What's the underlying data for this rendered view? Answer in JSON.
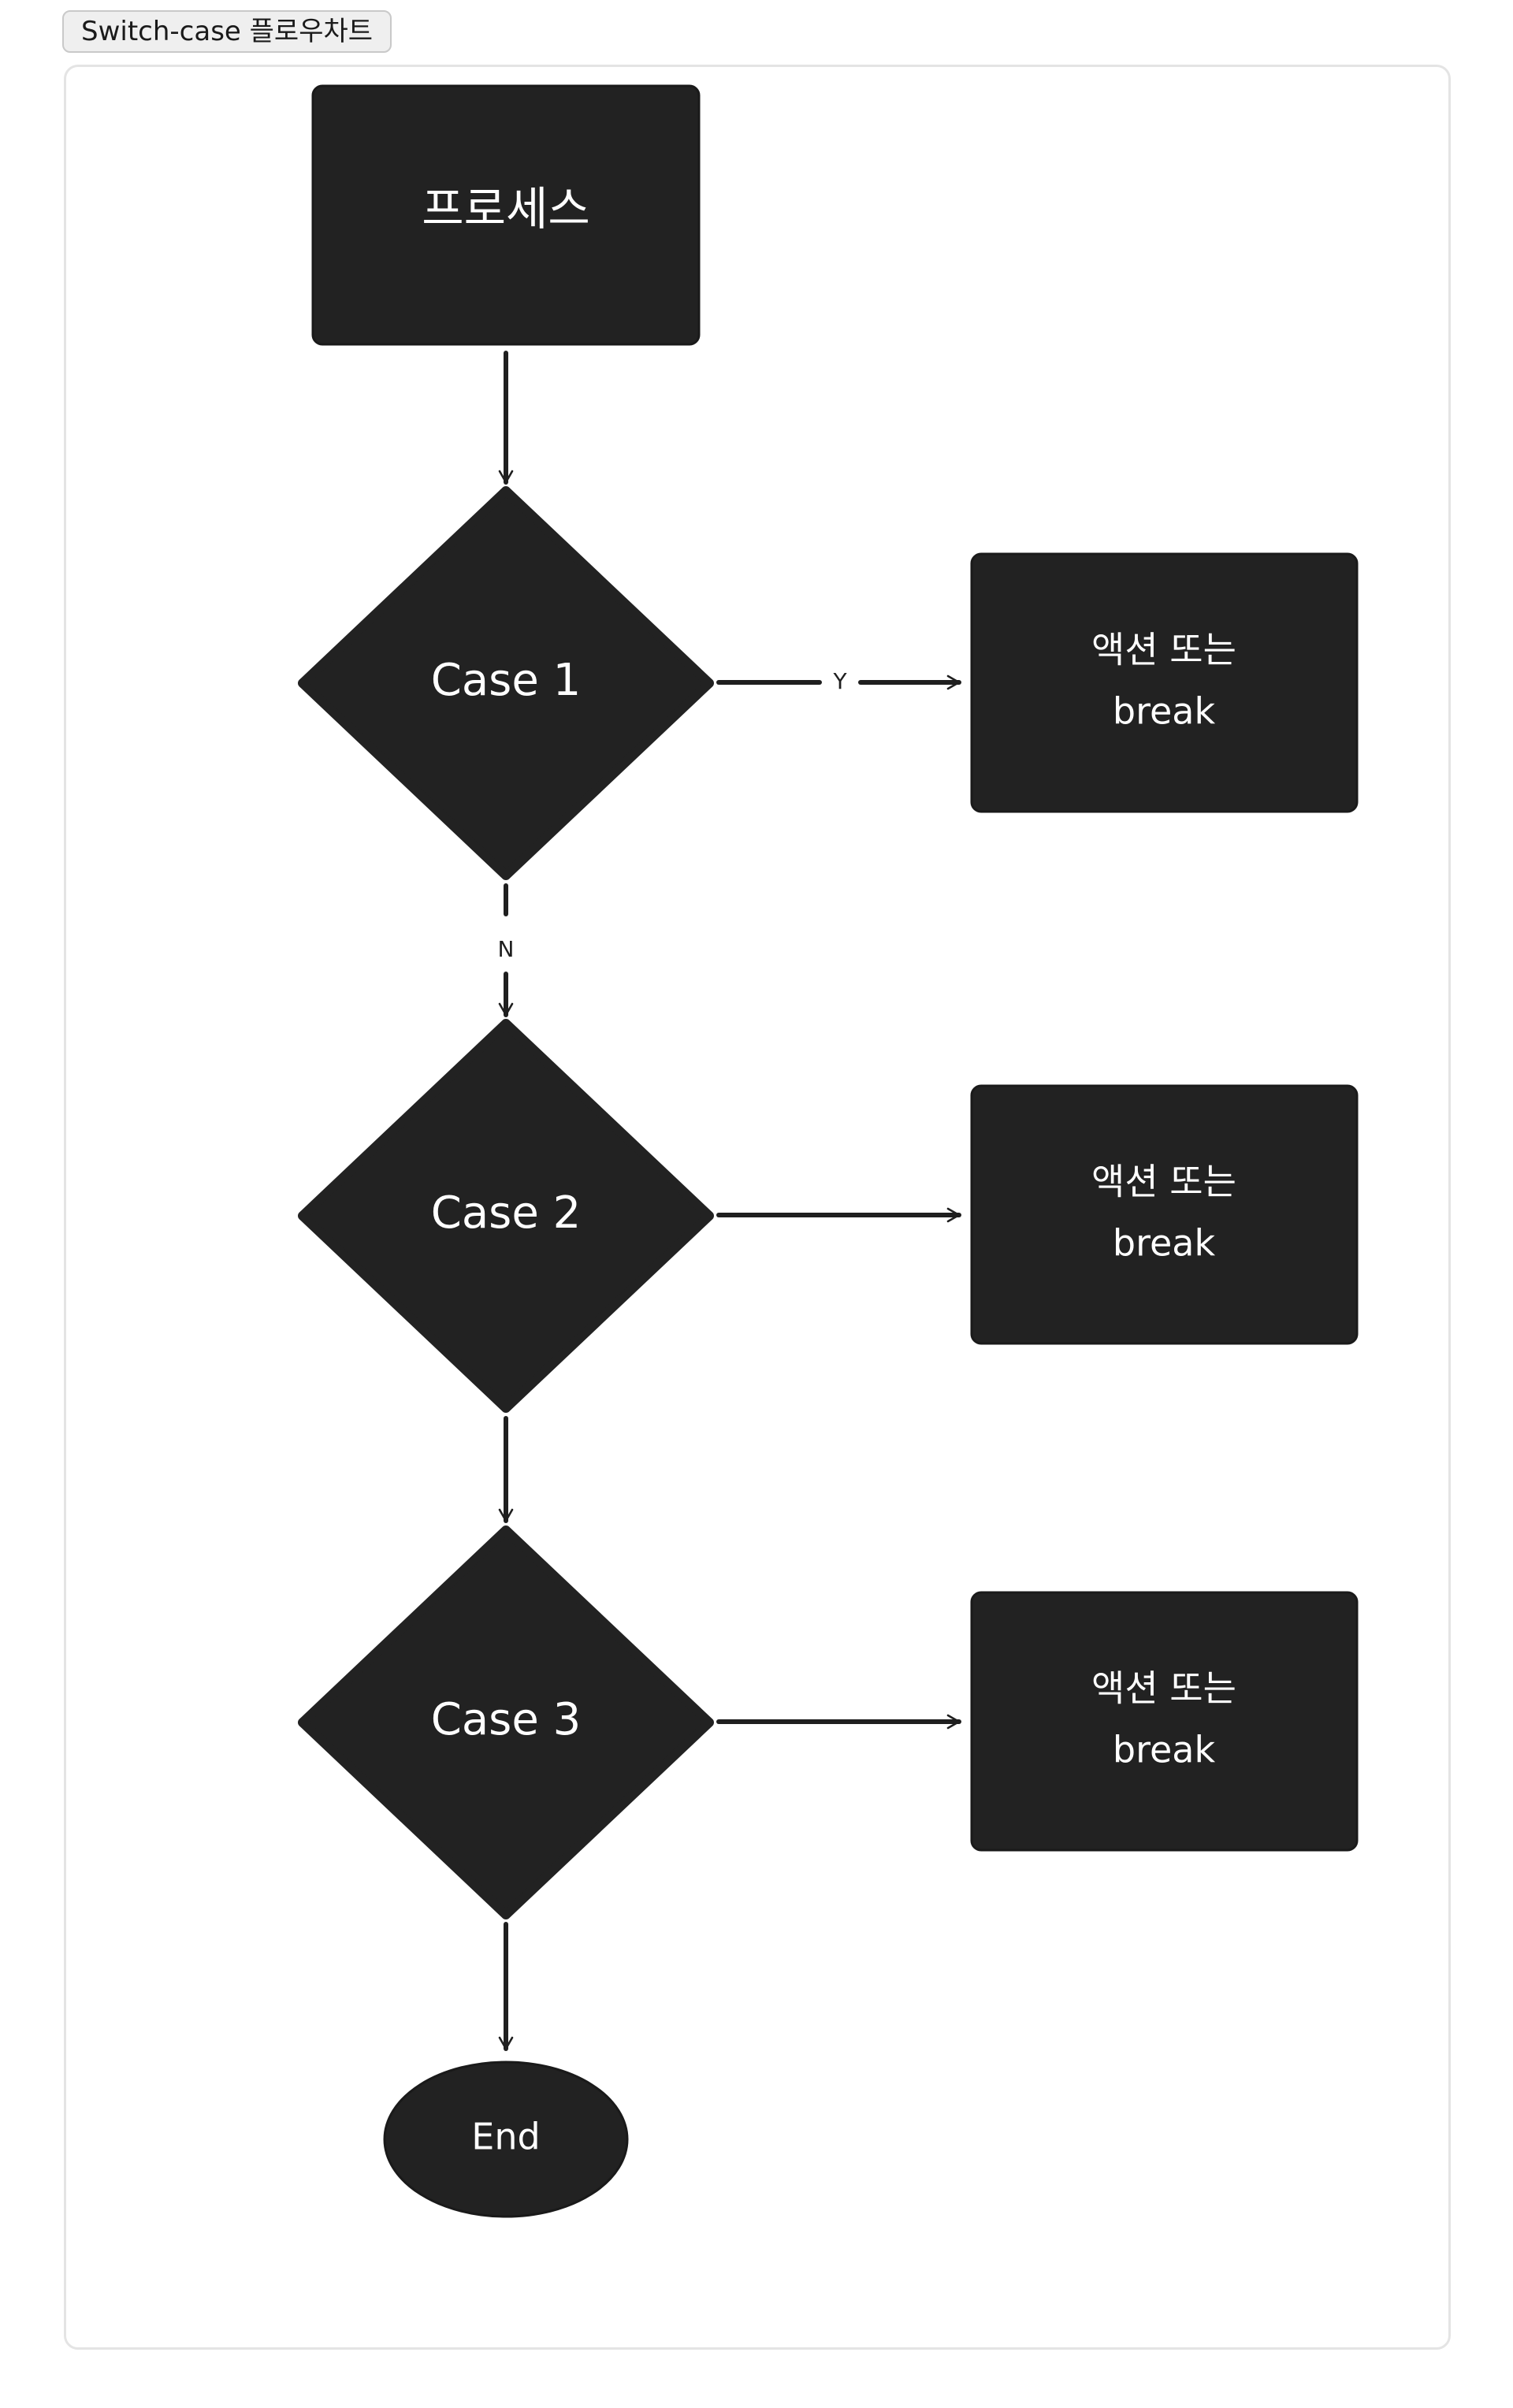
{
  "header": {
    "tag_label": "Switch-case 플로우차트"
  },
  "diagram": {
    "nodes": {
      "process": {
        "label": "프로세스"
      },
      "case1": {
        "label": "Case 1"
      },
      "case2": {
        "label": "Case 2"
      },
      "case3": {
        "label": "Case 3"
      },
      "action1": {
        "line1": "액션 또는",
        "line2": "break"
      },
      "action2": {
        "line1": "액션 또는",
        "line2": "break"
      },
      "action3": {
        "line1": "액션 또는",
        "line2": "break"
      },
      "end": {
        "label": "End"
      }
    },
    "edges": {
      "case1_yes_label": "Y",
      "case1_no_label": "N"
    }
  },
  "colors": {
    "node_fill": "#222222",
    "node_text": "#ffffff",
    "edge": "#1f1f1f"
  }
}
